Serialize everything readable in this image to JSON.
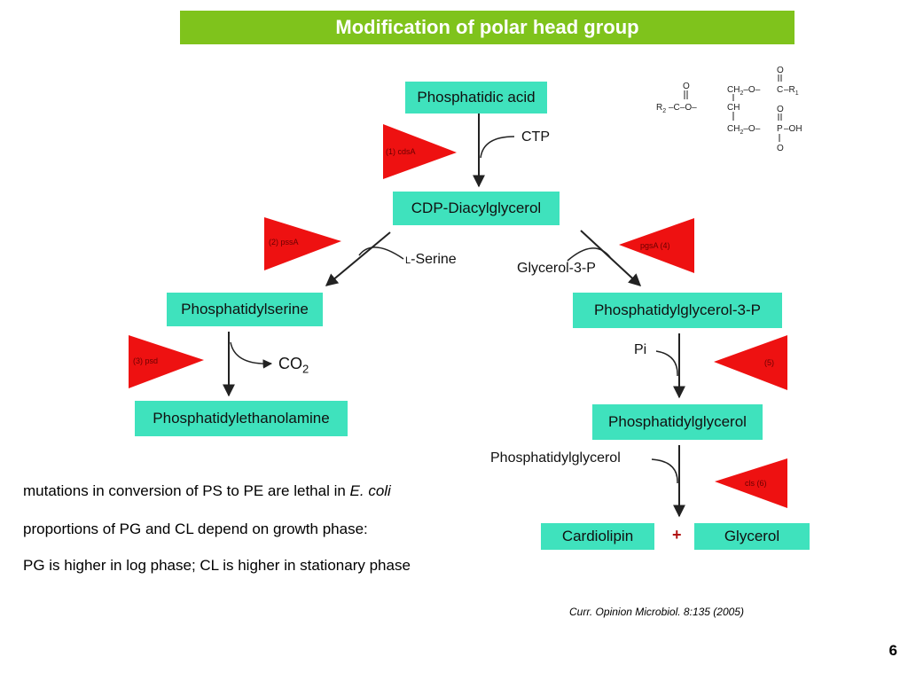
{
  "slide": {
    "title": "Modification of polar head group",
    "page_number": "6",
    "citation": "Curr. Opinion Microbiol. 8:135 (2005)"
  },
  "pathway": {
    "boxes": {
      "phosphatidic_acid": "Phosphatidic acid",
      "cdp_diacylglycerol": "CDP-Diacylglycerol",
      "phosphatidylserine": "Phosphatidylserine",
      "phosphatidylethanolamine": "Phosphatidylethanolamine",
      "phosphatidylglycerol_3p": "Phosphatidylglycerol-3-P",
      "phosphatidylglycerol": "Phosphatidylglycerol",
      "cardiolipin": "Cardiolipin",
      "glycerol": "Glycerol"
    },
    "substrates": {
      "ctp": "CTP",
      "l_serine_prefix": "L",
      "l_serine": "-Serine",
      "glycerol_3p": "Glycerol-3-P",
      "co2": "CO",
      "co2_sub": "2",
      "pi": "Pi",
      "pg_input": "Phosphatidylglycerol",
      "plus": "+"
    },
    "enzymes": {
      "e1": "(1) cdsA",
      "e2": "(2) pssA",
      "e3": "(3) psd",
      "e4": "pgsA (4)",
      "e5": "(5)",
      "e6": "cls (6)"
    },
    "colors": {
      "box": "#3fe2bd",
      "enzyme": "#ee1111",
      "title_bar": "#7fc31c"
    }
  },
  "structure": {
    "o_top": "O",
    "ch2_top": "CH",
    "sub_2": "2",
    "o_link": "–O–",
    "c_top": "C",
    "r1": "–R",
    "sub_1": "1",
    "r2": "R",
    "c_left": "–C–O–",
    "ch": "CH",
    "ch2_bot": "CH",
    "p": "P",
    "oh": "–OH",
    "o_bot": "O",
    "o_left": "O"
  },
  "notes": {
    "line1_main": "mutations in conversion of PS to PE are lethal in ",
    "line1_italic": "E. coli",
    "line2": "proportions of PG and CL depend on growth phase:",
    "line3": "PG is higher in log phase; CL is higher in stationary phase"
  }
}
